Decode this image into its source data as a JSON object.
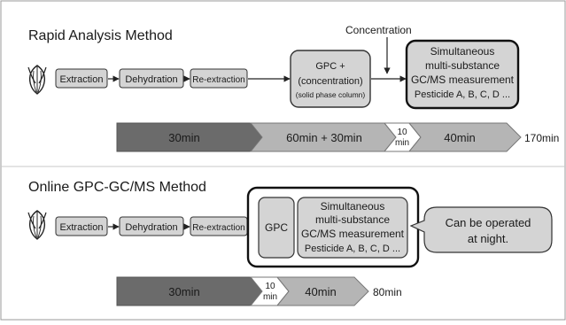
{
  "rapid": {
    "title": "Rapid Analysis Method",
    "concentration_label": "Concentration",
    "steps": {
      "extraction": "Extraction",
      "dehydration": "Dehydration",
      "reextraction": "Re-extraction"
    },
    "gpc_box": {
      "line1": "GPC +",
      "line2": "(concentration)",
      "line3": "(solid phase column)"
    },
    "ms_box": {
      "line1": "Simultaneous",
      "line2": "multi-substance",
      "line3": "GC/MS measurement",
      "line4": "Pesticide A, B, C, D ..."
    },
    "timeline": {
      "seg1": "30min",
      "seg2": "60min + 30min",
      "seg3_top": "10",
      "seg3_bottom": "min",
      "seg4": "40min",
      "total": "170min"
    }
  },
  "online": {
    "title": "Online GPC-GC/MS Method",
    "steps": {
      "extraction": "Extraction",
      "dehydration": "Dehydration",
      "reextraction": "Re-extraction"
    },
    "gpc_label": "GPC",
    "ms_box": {
      "line1": "Simultaneous",
      "line2": "multi-substance",
      "line3": "GC/MS measurement",
      "line4": "Pesticide A, B, C, D ..."
    },
    "callout": {
      "line1": "Can be operated",
      "line2": "at night."
    },
    "timeline": {
      "seg1": "30min",
      "seg2_top": "10",
      "seg2_bottom": "min",
      "seg3": "40min",
      "total": "80min"
    }
  },
  "colors": {
    "box_fill": "#d4d4d4",
    "dark_segment": "#6b6b6b",
    "light_segment": "#b5b5b5",
    "border": "#333333"
  },
  "icons": [
    "corn-icon"
  ]
}
